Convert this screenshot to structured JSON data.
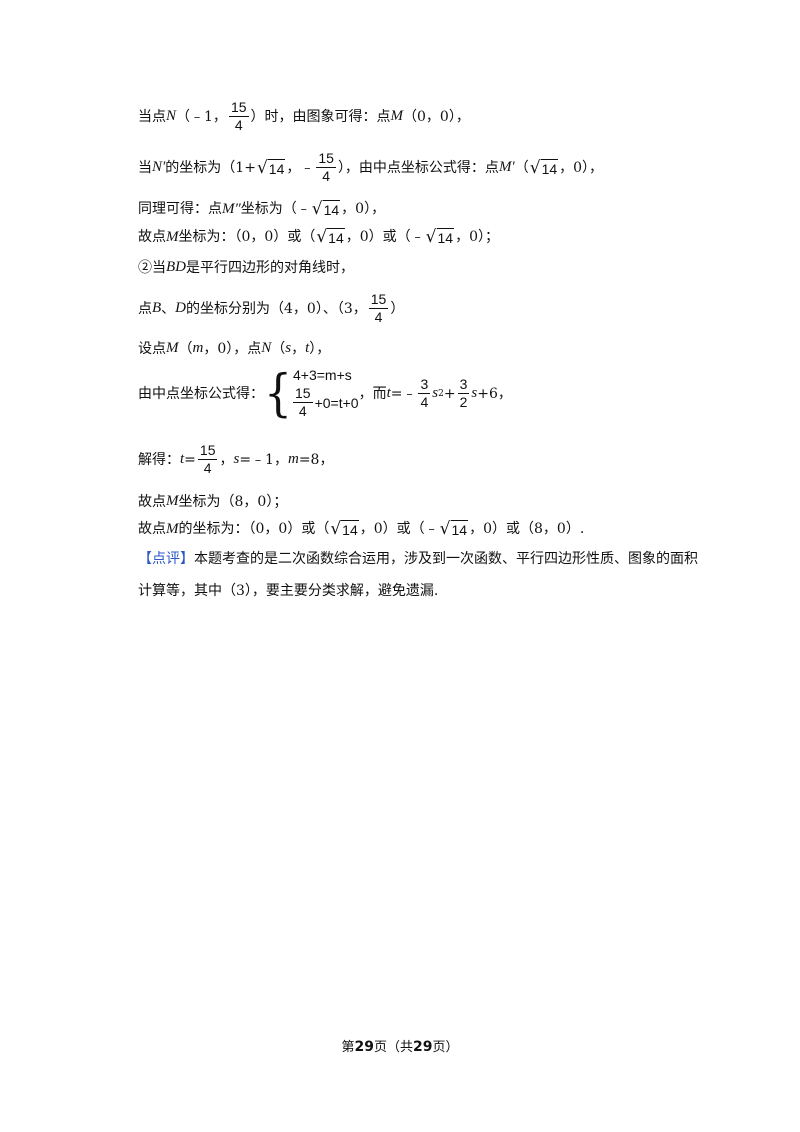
{
  "lines": {
    "l1": {
      "a": "当点",
      "v": "N",
      "b": "（﹣1，",
      "frac_num": "15",
      "frac_den": "4",
      "c": "）时，由图象可得：点",
      "v2": "M",
      "d": "（0，0），"
    },
    "l2": {
      "a": "当",
      "v": "N′",
      "b": "的坐标为（1+",
      "sqrt": "14",
      "c": "，﹣",
      "frac_num": "15",
      "frac_den": "4",
      "d": "），由中点坐标公式得：点",
      "v2": "M′",
      "e": "（",
      "sqrt2": "14",
      "f": "，0），"
    },
    "l3": {
      "a": "同理可得：点",
      "v": "M″",
      "b": "坐标为（﹣",
      "sqrt": "14",
      "c": "，0），"
    },
    "l4": {
      "a": "故点",
      "v": "M",
      "b": "坐标为：（0，0）或（",
      "sqrt": "14",
      "c": "，0）或（﹣",
      "sqrt2": "14",
      "d": "，0）；"
    },
    "l5": {
      "a": "②当",
      "v": "BD",
      "b": "是平行四边形的对角线时，"
    },
    "l6": {
      "a": "点",
      "v": "B",
      "b": "、",
      "v2": "D",
      "c": "的坐标分别为（4，0）、（3，",
      "frac_num": "15",
      "frac_den": "4",
      "d": "）"
    },
    "l7": {
      "a": "设点",
      "v": "M",
      "b": "（",
      "v2": "m",
      "c": "，0），点",
      "v3": "N",
      "d": "（",
      "v4": "s",
      "e": "，",
      "v5": "t",
      "f": "），"
    },
    "l8": {
      "a": "由中点坐标公式得：",
      "row1": "4+3=m+s",
      "row2_num": "15",
      "row2_den": "4",
      "row2_rest": "+0=t+0",
      "b": "，而",
      "v": "t",
      "c": "=﹣",
      "f1_num": "3",
      "f1_den": "4",
      "v2": "s",
      "sup": "2",
      "d": "+",
      "f2_num": "3",
      "f2_den": "2",
      "v3": "s",
      "e": "+6，"
    },
    "l9": {
      "a": "解得：",
      "v": "t",
      "b": "=",
      "frac_num": "15",
      "frac_den": "4",
      "c": "，",
      "v2": "s",
      "d": "=﹣1，",
      "v3": "m",
      "e": "=8，"
    },
    "l10": {
      "a": "故点",
      "v": "M",
      "b": "坐标为（8，0）；"
    },
    "l11": {
      "a": "故点",
      "v": "M",
      "b": "的坐标为：（0，0）或（",
      "sqrt": "14",
      "c": "，0）或（﹣",
      "sqrt2": "14",
      "d": "，0）或（8，0）."
    },
    "l12": {
      "tag": "【点评】",
      "a": "本题考查的是二次函数综合运用，涉及到一次函数、平行四边形性质、图象的面积"
    },
    "l13": {
      "a": "计算等，其中（3），要主要分类求解，避免遗漏."
    }
  },
  "footer": {
    "pre": "第",
    "page": "29",
    "mid": "页（共",
    "total": "29",
    "post": "页）"
  },
  "colors": {
    "tag": "#2b57c7"
  }
}
